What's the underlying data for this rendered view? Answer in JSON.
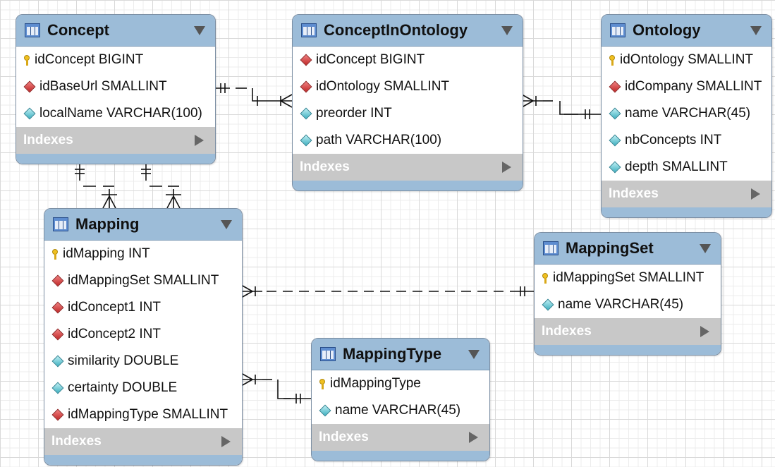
{
  "tables": {
    "concept": {
      "name": "Concept",
      "columns": [
        {
          "text": "idConcept BIGINT",
          "icon": "primary-key-icon"
        },
        {
          "text": "idBaseUrl SMALLINT",
          "icon": "foreign-key-diamond-icon"
        },
        {
          "text": "localName VARCHAR(100)",
          "icon": "column-diamond-icon"
        }
      ],
      "indexes_label": "Indexes"
    },
    "concept_in_ontology": {
      "name": "ConceptInOntology",
      "columns": [
        {
          "text": "idConcept BIGINT",
          "icon": "foreign-key-diamond-icon"
        },
        {
          "text": "idOntology SMALLINT",
          "icon": "foreign-key-diamond-icon"
        },
        {
          "text": "preorder INT",
          "icon": "column-diamond-icon"
        },
        {
          "text": "path VARCHAR(100)",
          "icon": "column-diamond-icon"
        }
      ],
      "indexes_label": "Indexes"
    },
    "ontology": {
      "name": "Ontology",
      "columns": [
        {
          "text": "idOntology SMALLINT",
          "icon": "primary-key-icon"
        },
        {
          "text": "idCompany SMALLINT",
          "icon": "foreign-key-diamond-icon"
        },
        {
          "text": "name VARCHAR(45)",
          "icon": "column-diamond-icon"
        },
        {
          "text": "nbConcepts INT",
          "icon": "column-diamond-icon"
        },
        {
          "text": "depth SMALLINT",
          "icon": "column-diamond-icon"
        }
      ],
      "indexes_label": "Indexes"
    },
    "mapping": {
      "name": "Mapping",
      "columns": [
        {
          "text": "idMapping INT",
          "icon": "primary-key-icon"
        },
        {
          "text": "idMappingSet SMALLINT",
          "icon": "foreign-key-diamond-icon"
        },
        {
          "text": "idConcept1 INT",
          "icon": "foreign-key-diamond-icon"
        },
        {
          "text": "idConcept2 INT",
          "icon": "foreign-key-diamond-icon"
        },
        {
          "text": "similarity DOUBLE",
          "icon": "column-diamond-icon"
        },
        {
          "text": "certainty DOUBLE",
          "icon": "column-diamond-icon"
        },
        {
          "text": "idMappingType SMALLINT",
          "icon": "foreign-key-diamond-icon"
        }
      ],
      "indexes_label": "Indexes"
    },
    "mapping_set": {
      "name": "MappingSet",
      "columns": [
        {
          "text": "idMappingSet SMALLINT",
          "icon": "primary-key-icon"
        },
        {
          "text": "name VARCHAR(45)",
          "icon": "column-diamond-icon"
        }
      ],
      "indexes_label": "Indexes"
    },
    "mapping_type": {
      "name": "MappingType",
      "columns": [
        {
          "text": "idMappingType",
          "icon": "primary-key-icon"
        },
        {
          "text": "name VARCHAR(45)",
          "icon": "column-diamond-icon"
        }
      ],
      "indexes_label": "Indexes"
    }
  },
  "colors": {
    "header": "#9cbcd8",
    "indexes_band": "#c8c8c8",
    "primary_key": "#f0c020",
    "foreign_key": "#c02828",
    "column": "#3fb0c0"
  }
}
